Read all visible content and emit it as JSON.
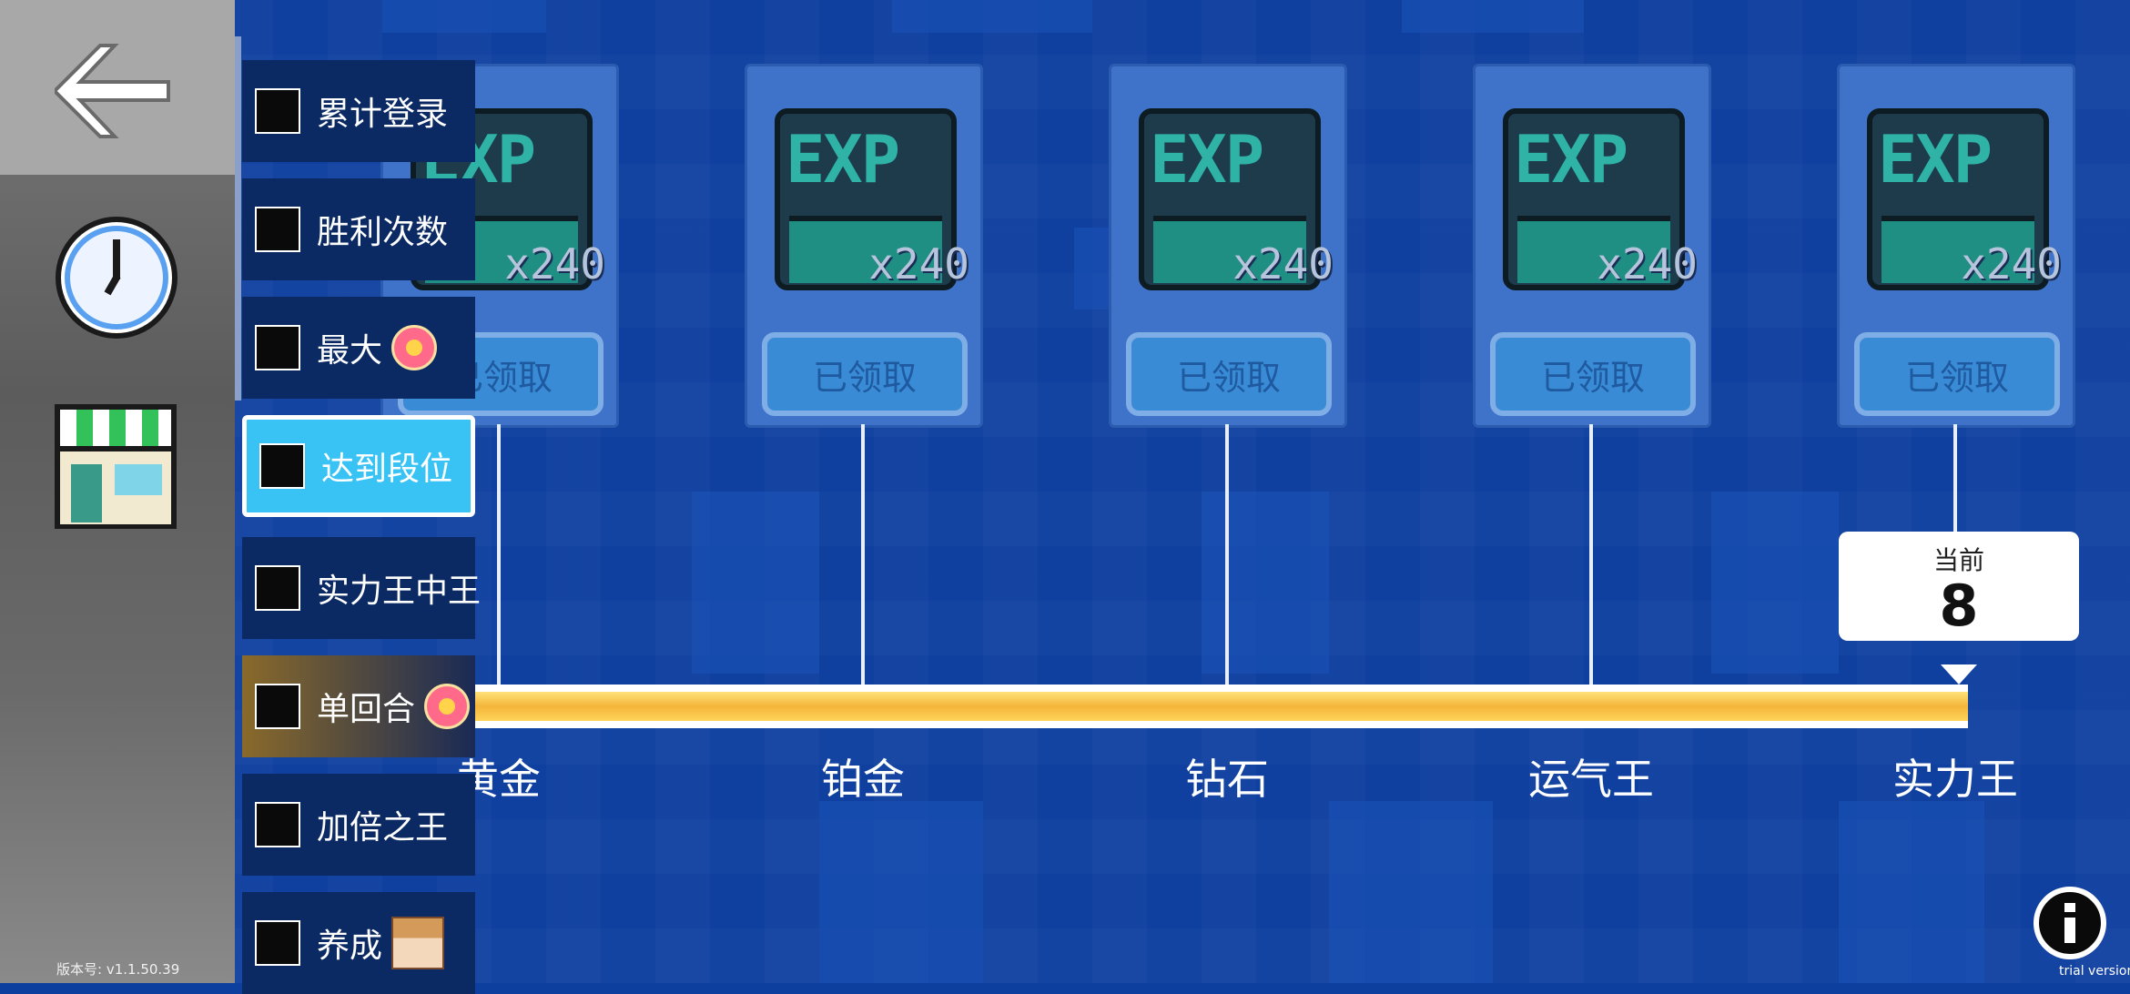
{
  "version_label": "版本号:  v1.1.50.39",
  "menu": [
    {
      "label": "累计登录",
      "badge": false
    },
    {
      "label": "胜利次数",
      "badge": false
    },
    {
      "label": "最大",
      "badge": true
    },
    {
      "label": "达到段位",
      "badge": false,
      "active": true
    },
    {
      "label": "实力王中王",
      "badge": false
    },
    {
      "label": "单回合",
      "badge": true
    },
    {
      "label": "加倍之王",
      "badge": false
    },
    {
      "label": "养成",
      "badge": false
    }
  ],
  "rewards": [
    {
      "item": "EXP",
      "quantity": "x240",
      "status": "已领取",
      "tier": "黄金"
    },
    {
      "item": "EXP",
      "quantity": "x240",
      "status": "已领取",
      "tier": "铂金"
    },
    {
      "item": "EXP",
      "quantity": "x240",
      "status": "已领取",
      "tier": "钻石"
    },
    {
      "item": "EXP",
      "quantity": "x240",
      "status": "已领取",
      "tier": "运气王"
    },
    {
      "item": "EXP",
      "quantity": "x240",
      "status": "已领取",
      "tier": "实力王"
    }
  ],
  "progress": {
    "fraction": 1.0
  },
  "current": {
    "title": "当前",
    "value": "8"
  },
  "watermark": "trial version",
  "colors": {
    "accent": "#39c3f5",
    "bar": "#f4b53a",
    "background": "#0f40a0"
  }
}
